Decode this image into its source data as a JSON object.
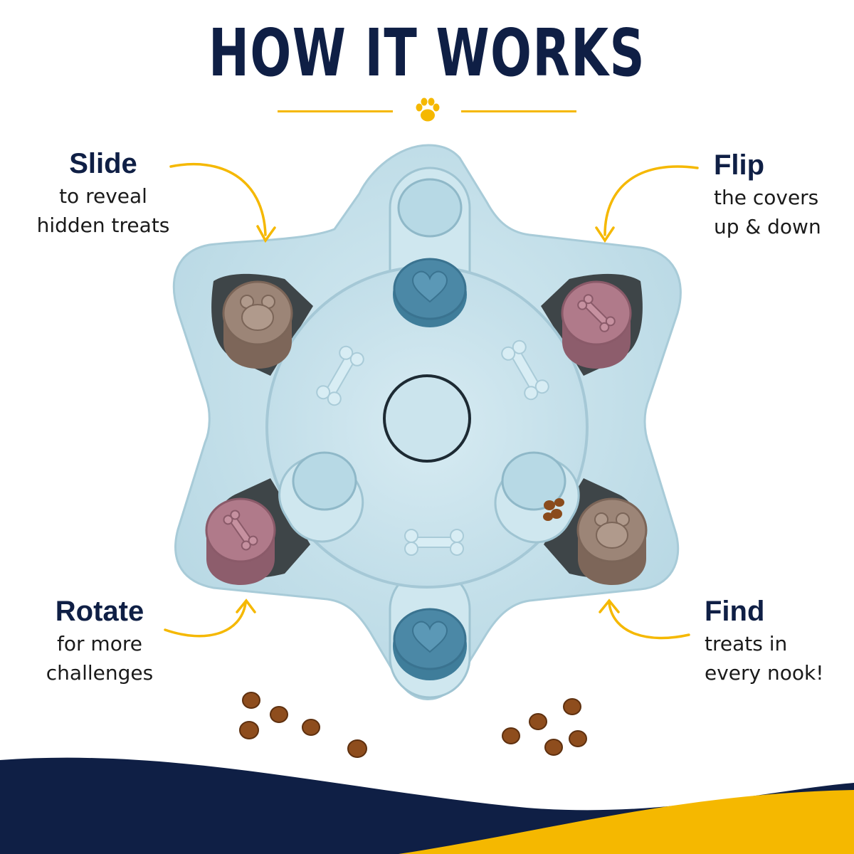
{
  "title": "HOW IT WORKS",
  "icons": {
    "paw": "paw-icon",
    "arrows": "curved-arrow-icon",
    "cover_shapes": [
      "bear-icon",
      "bone-icon",
      "heart-icon"
    ]
  },
  "colors": {
    "navy": "#0f1f45",
    "accent_yellow": "#f5b800",
    "toy_blue": "#c5e1ea",
    "cover_brown": "#9c8577",
    "cover_pink": "#b07a8a",
    "cover_teal": "#4b88a6",
    "kibble": "#8a4b1c"
  },
  "features": [
    {
      "heading": "Slide",
      "lines": [
        "to reveal",
        "hidden treats"
      ]
    },
    {
      "heading": "Flip",
      "lines": [
        "the covers",
        "up & down"
      ]
    },
    {
      "heading": "Rotate",
      "lines": [
        "for more",
        "challenges"
      ]
    },
    {
      "heading": "Find",
      "lines": [
        "treats in",
        "every nook!"
      ]
    }
  ]
}
